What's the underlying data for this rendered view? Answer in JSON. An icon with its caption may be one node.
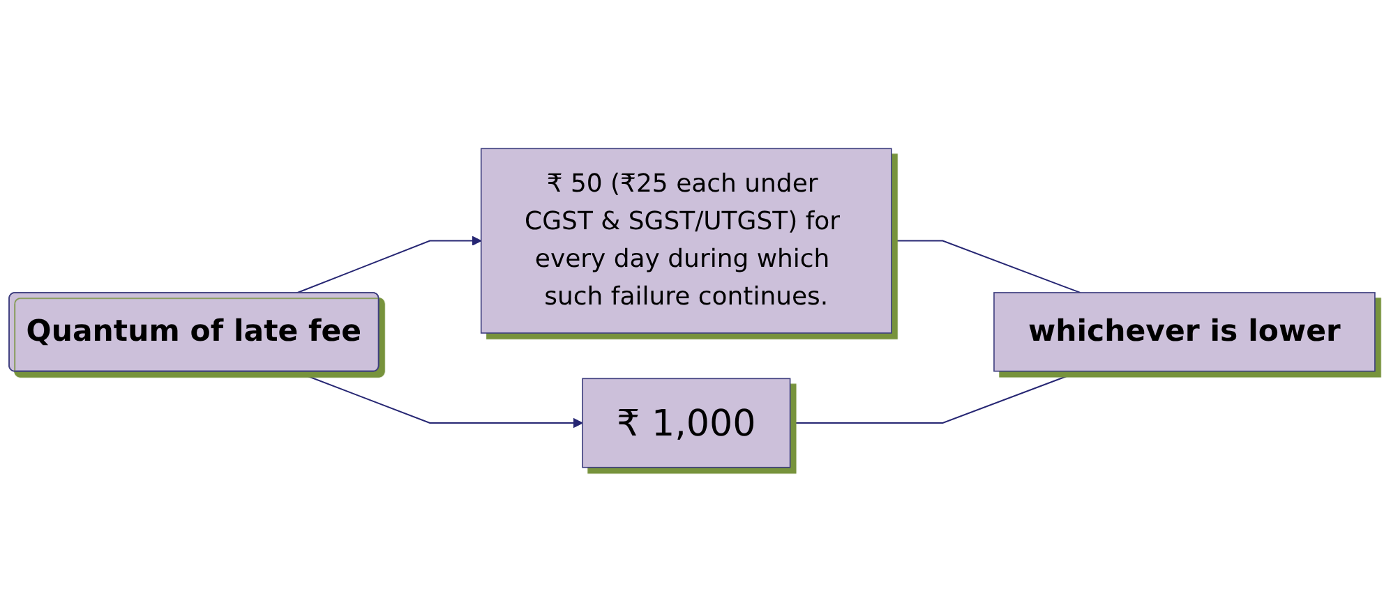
{
  "diagram": {
    "nodes": [
      {
        "text": [
          "Quantum of late fee"
        ]
      },
      {
        "text": [
          "₹ 50 (₹25 each under CGST & SGST/UTGST) for every day during which such failure continues."
        ]
      },
      {
        "text": [
          "₹ 1,000"
        ]
      },
      {
        "text": [
          "whichever is lower"
        ]
      }
    ],
    "edges": [
      {
        "from": 0,
        "to": 1,
        "arrow": "to"
      },
      {
        "from": 0,
        "to": 2,
        "arrow": "to"
      },
      {
        "from": 1,
        "to": 3,
        "arrow": "none"
      },
      {
        "from": 2,
        "to": 3,
        "arrow": "none"
      }
    ]
  }
}
